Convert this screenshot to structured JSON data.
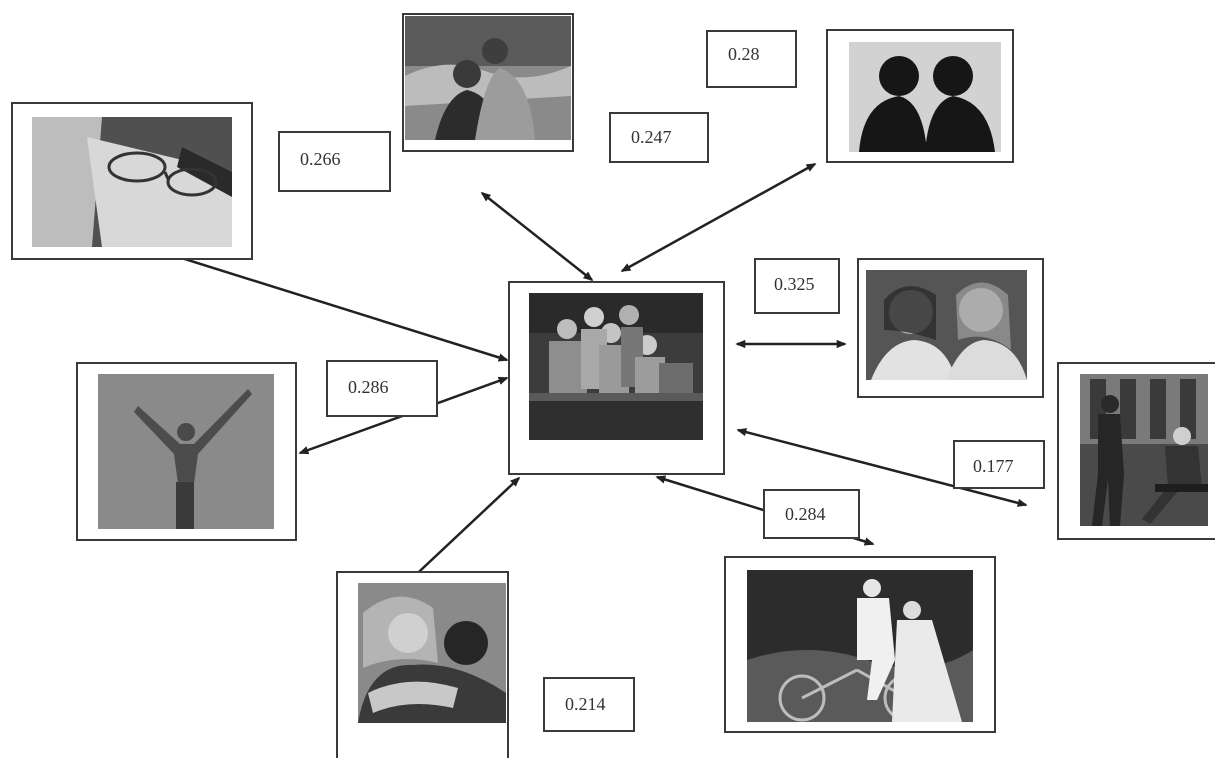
{
  "center_image": {
    "description_icon": "group-of-elderly-people-photo"
  },
  "images": [
    {
      "id": "book-glasses",
      "icon": "book-with-glasses-photo"
    },
    {
      "id": "couple-beach",
      "icon": "couple-on-beach-photo"
    },
    {
      "id": "couple-silhouette",
      "icon": "couple-silhouette-photo"
    },
    {
      "id": "two-women-laughing",
      "icon": "laughing-women-photo"
    },
    {
      "id": "woman-arms-raised",
      "icon": "woman-arms-raised-photo"
    },
    {
      "id": "women-hugging",
      "icon": "women-hugging-photo"
    },
    {
      "id": "bride-groom-bicycle",
      "icon": "bride-groom-bicycle-photo"
    },
    {
      "id": "street-scene",
      "icon": "street-bench-photo"
    }
  ],
  "labels": {
    "book": "0.266",
    "beach": "0.247",
    "silhouette": "0.28",
    "laughing": "0.325",
    "arms": "0.286",
    "street": "0.177",
    "bicycle": "0.284",
    "hug": "0.214"
  },
  "colors": {
    "border": "#3a3a3a",
    "arrow": "#222222",
    "text": "#333333"
  }
}
